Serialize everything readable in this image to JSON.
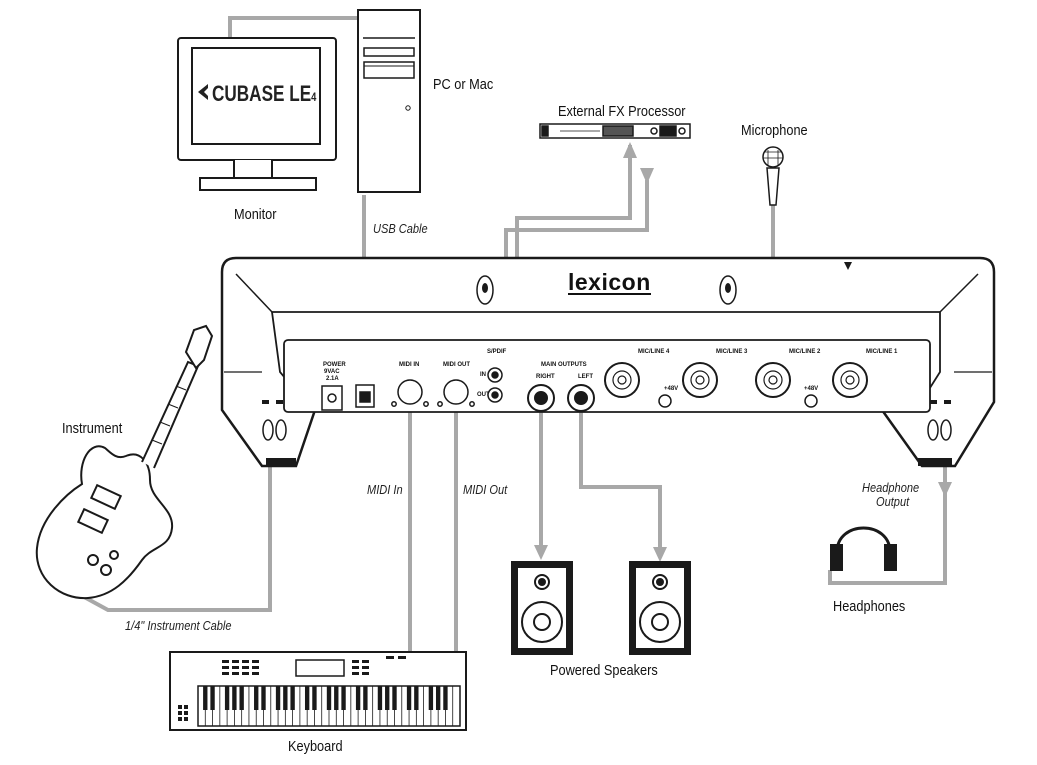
{
  "devices": {
    "monitor": "Monitor",
    "computer": "PC or Mac",
    "fx": "External FX Processor",
    "microphone": "Microphone",
    "instrument": "Instrument",
    "headphones": "Headphones",
    "speakers": "Powered Speakers",
    "keyboard": "Keyboard"
  },
  "screen_text": "CUBASE LE",
  "screen_version": "4",
  "brand": "lexicon",
  "cables": {
    "usb": "USB Cable",
    "midi_in": "MIDI In",
    "midi_out": "MIDI Out",
    "instrument": "1/4\" Instrument Cable",
    "headphone_1": "Headphone",
    "headphone_2": "Output"
  },
  "panel": {
    "power_1": "POWER",
    "power_2": "9VAC",
    "power_3": "2.1A",
    "midi_in": "MIDI IN",
    "midi_out": "MIDI OUT",
    "spdif": "S/PDIF",
    "main_outputs": "MAIN OUTPUTS",
    "in": "IN",
    "out": "OUT",
    "right": "RIGHT",
    "left": "LEFT",
    "mic4": "MIC/LINE 4",
    "mic3": "MIC/LINE 3",
    "mic2": "MIC/LINE 2",
    "mic1": "MIC/LINE 1",
    "phantom_a": "+48V",
    "phantom_b": "+48V"
  },
  "colors": {
    "cable": "#a8a8a8",
    "outline": "#1a1a1a"
  }
}
